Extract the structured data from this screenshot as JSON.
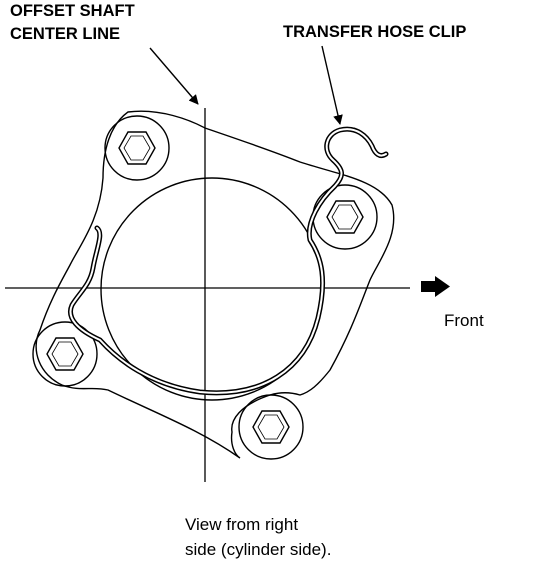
{
  "labels": {
    "offset_line1": "OFFSET SHAFT",
    "offset_line2": "CENTER LINE",
    "clip": "TRANSFER HOSE CLIP",
    "front": "Front",
    "caption_line1": "View from right",
    "caption_line2": "side (cylinder side)."
  },
  "colors": {
    "ink": "#000000",
    "paper": "#ffffff"
  }
}
